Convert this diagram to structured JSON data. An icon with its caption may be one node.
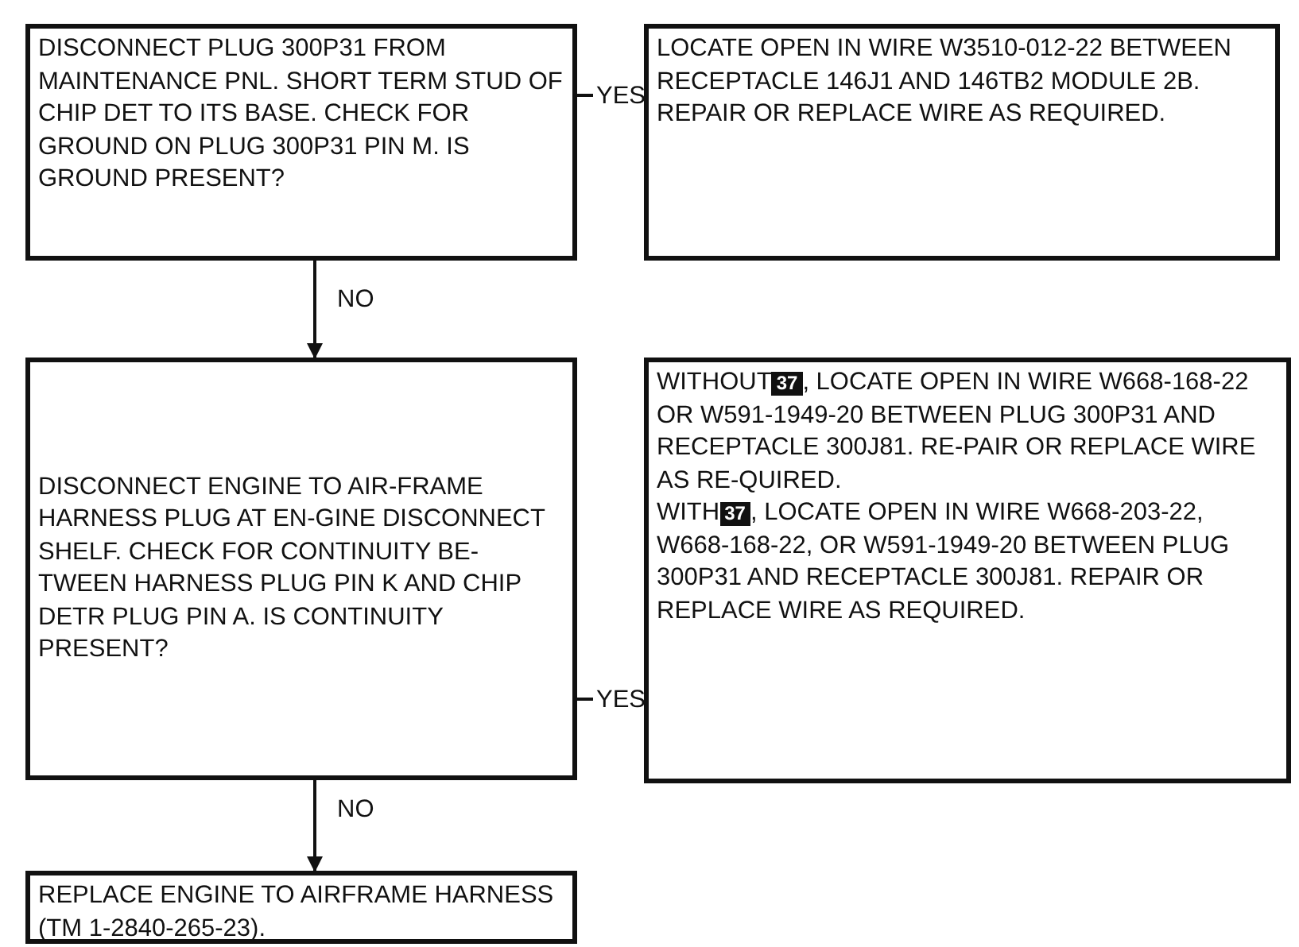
{
  "diagram": {
    "nodes": [
      {
        "text": [
          "DISCONNECT PLUG 300P31 FROM MAINTENANCE PNL. SHORT TERM STUD OF CHIP DET TO ITS BASE. CHECK FOR GROUND ON PLUG 300P31 PIN M. IS GROUND PRESENT?"
        ]
      },
      {
        "text": [
          "LOCATE OPEN IN WIRE W3510-012-22 BETWEEN RECEPTACLE 146J1 AND 146TB2 MODULE 2B. REPAIR OR REPLACE WIRE AS REQUIRED."
        ]
      },
      {
        "text": [
          "DISCONNECT ENGINE TO AIR-FRAME HARNESS PLUG AT EN-GINE DISCONNECT SHELF. CHECK FOR CONTINUITY BE-TWEEN HARNESS PLUG PIN K AND CHIP DETR PLUG PIN A. IS CONTINUITY PRESENT?"
        ]
      },
      {
        "text": [
          "WITHOUT",
          "37",
          ", LOCATE OPEN IN WIRE W668-168-22 OR W591-1949-20 BETWEEN PLUG 300P31 AND RECEPTACLE 300J81. RE-PAIR OR REPLACE WIRE AS RE-QUIRED.",
          "WITH",
          "37",
          ", LOCATE OPEN IN WIRE W668-203-22, W668-168-22, OR W591-1949-20 BETWEEN PLUG 300P31 AND RECEPTACLE 300J81. REPAIR OR REPLACE WIRE AS REQUIRED."
        ]
      },
      {
        "text": [
          "REPLACE ENGINE TO AIRFRAME HARNESS (TM 1-2840-265-23)."
        ]
      }
    ],
    "edges": [
      {
        "from": 0,
        "to": 1,
        "arrow": "to",
        "label": "YES"
      },
      {
        "from": 0,
        "to": 2,
        "arrow": "to",
        "label": "NO"
      },
      {
        "from": 2,
        "to": 3,
        "arrow": "to",
        "label": "YES"
      },
      {
        "from": 2,
        "to": 4,
        "arrow": "to",
        "label": "NO"
      }
    ]
  }
}
